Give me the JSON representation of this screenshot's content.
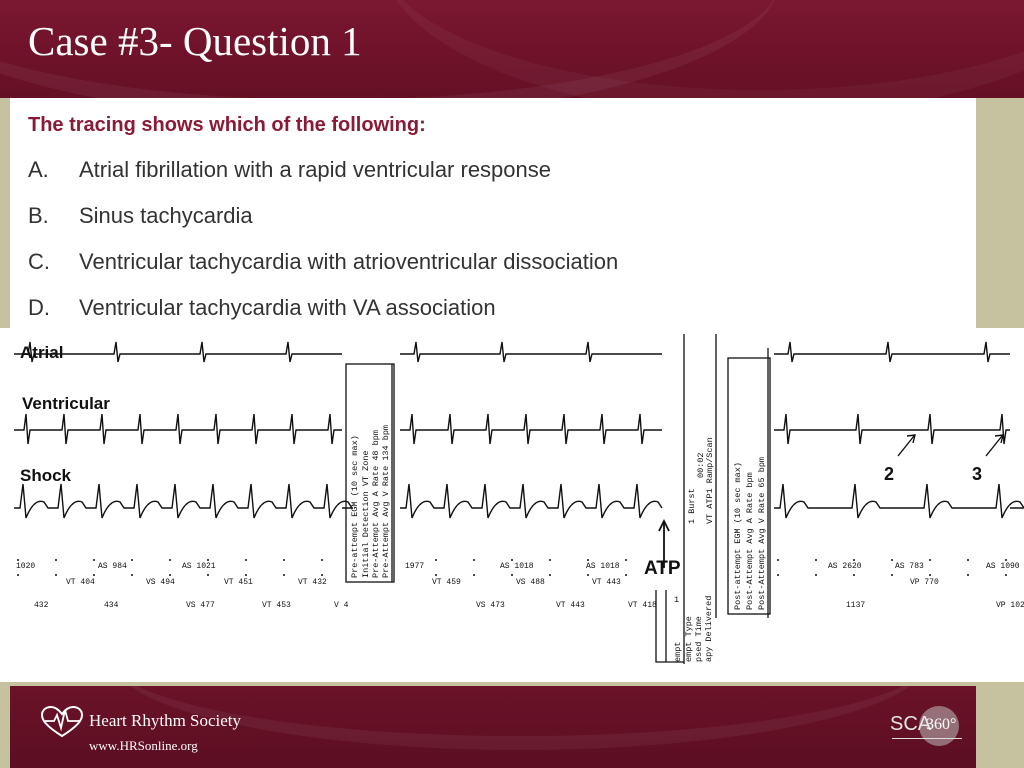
{
  "slide": {
    "title": "Case #3- Question 1",
    "question": "The tracing shows which of the following:",
    "options": [
      {
        "letter": "A.",
        "text": "Atrial fibrillation with a rapid ventricular response"
      },
      {
        "letter": "B.",
        "text": "Sinus tachycardia"
      },
      {
        "letter": "C.",
        "text": "Ventricular tachycardia with atrioventricular dissociation"
      },
      {
        "letter": "D.",
        "text": "Ventricular tachycardia with VA association"
      }
    ]
  },
  "tracing": {
    "channels": [
      "Atrial",
      "Ventricular",
      "Shock"
    ],
    "atp_label": "ATP",
    "arrow_labels": [
      "2",
      "3"
    ],
    "pre_box": [
      "Pre-attempt EGM (10 sec max)",
      "Initial Detection   VT Zone",
      "Pre-Attempt Avg A Rate   48 bpm",
      "Pre-Attempt Avg V Rate   134 bpm"
    ],
    "mid_box": [
      "1 Burst",
      "VT ATP1 Ramp/Scan",
      "00:02"
    ],
    "mid_box_lower": [
      "empt",
      "empt Type",
      "psed Time",
      "apy Delivered",
      "1"
    ],
    "post_box": [
      "Post-attempt EGM (10 sec max)",
      "Post-Attempt Avg A Rate   bpm",
      "Post-Attempt Avg V Rate   65 bpm"
    ],
    "marker_rows": [
      [
        "1020",
        "AS 984",
        "AS 1021",
        "1977",
        "AS 1018",
        "AS 1018",
        "AS 2620",
        "AS 783",
        "AS 1090"
      ],
      [
        "VT 404",
        "VS 494",
        "VT 451",
        "VT 432",
        "VT 459",
        "VS 488",
        "VT 443",
        "VP 770"
      ],
      [
        "432",
        "434",
        "VS 477",
        "VT 453",
        "V 4",
        "VS 473",
        "VT 443",
        "VT 418",
        "1137",
        "VP 102"
      ]
    ]
  },
  "footer": {
    "org_name": "Heart Rhythm Society",
    "url": "www.HRSonline.org",
    "sca_label": "SCA",
    "sca_number": "360°"
  }
}
